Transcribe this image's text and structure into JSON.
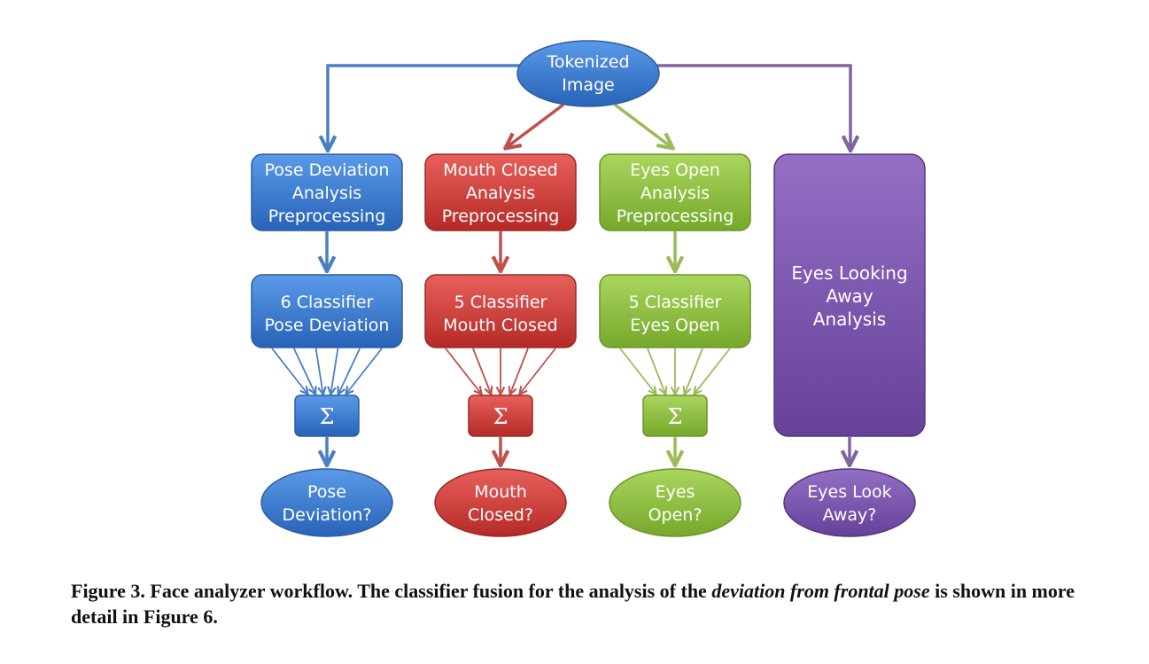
{
  "colors": {
    "blue": "#3a7bd5",
    "red": "#d33f3b",
    "green": "#8fc43f",
    "purple": "#7d56ad",
    "blue_line": "#4a7fc4",
    "red_line": "#c0504d",
    "green_line": "#9bbb59",
    "purple_line": "#8064a2"
  },
  "top": {
    "line1": "Tokenized",
    "line2": "Image"
  },
  "preprocessing": {
    "pose": {
      "line1": "Pose Deviation",
      "line2": "Analysis",
      "line3": "Preprocessing"
    },
    "mouth": {
      "line1": "Mouth Closed",
      "line2": "Analysis",
      "line3": "Preprocessing"
    },
    "eyes": {
      "line1": "Eyes Open",
      "line2": "Analysis",
      "line3": "Preprocessing"
    }
  },
  "classifier": {
    "pose": {
      "line1": "6 Classifier",
      "line2": "Pose Deviation"
    },
    "mouth": {
      "line1": "5 Classifier",
      "line2": "Mouth Closed"
    },
    "eyes": {
      "line1": "5 Classifier",
      "line2": "Eyes Open"
    }
  },
  "sum_symbol": "Σ",
  "away_analysis": {
    "line1": "Eyes Looking",
    "line2": "Away",
    "line3": "Analysis"
  },
  "outputs": {
    "pose": {
      "line1": "Pose",
      "line2": "Deviation?"
    },
    "mouth": {
      "line1": "Mouth",
      "line2": "Closed?"
    },
    "eyes": {
      "line1": "Eyes",
      "line2": "Open?"
    },
    "away": {
      "line1": "Eyes Look",
      "line2": "Away?"
    }
  },
  "caption": {
    "prefix": "Figure 3. Face analyzer workflow. The classifier fusion for the analysis of the ",
    "emphasis": "deviation from frontal pose",
    "suffix": " is shown in more detail in Figure 6."
  }
}
